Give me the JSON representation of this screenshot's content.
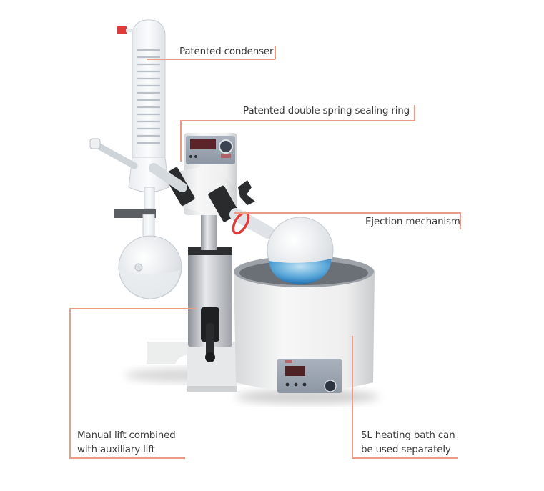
{
  "diagram": {
    "subject": "Rotary evaporator",
    "accent_color": "#ee9b85",
    "callouts": [
      {
        "id": "condenser",
        "label": "Patented condenser"
      },
      {
        "id": "sealing-ring",
        "label": "Patented double spring sealing ring"
      },
      {
        "id": "ejection",
        "label": "Ejection mechanism"
      },
      {
        "id": "lift",
        "line1": "Manual lift combined",
        "line2": "with auxiliary lift"
      },
      {
        "id": "bath",
        "line1": "5L heating bath can",
        "line2": "be used separately"
      }
    ]
  }
}
